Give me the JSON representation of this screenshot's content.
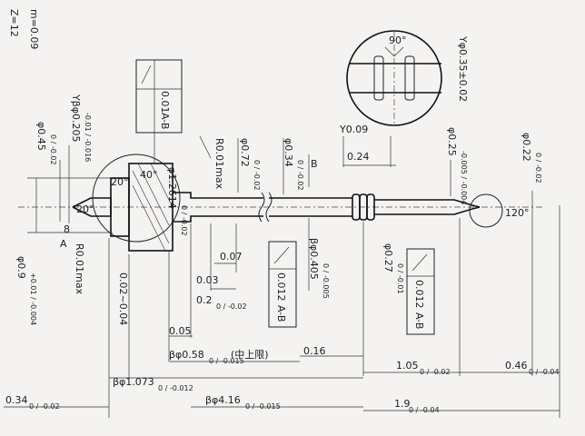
{
  "gear": {
    "teeth": "Z=12",
    "module": "m=0.09"
  },
  "labels": {
    "top_dia": "Yβφ0.205",
    "top_dia_tol": "-0.01 / -0.016",
    "dia_045": "φ0.45",
    "dia_045_tol": "0 / -0.02",
    "frame1_tol": "0.01",
    "frame1_ref": "A-B",
    "r001_top": "R0.01max",
    "dia_072": "φ0.72",
    "dia_072_tol": "0 / -0.02",
    "dia_034": "φ0.34",
    "dia_034_tol": "0 / -0.02",
    "y009": "Y0.09",
    "len_024": "0.24",
    "y035": "Yφ0.35±0.02",
    "angle_90": "90°",
    "dia_025": "φ0.25",
    "dia_025_tol": "-0.005 / -0.004",
    "dia_022": "φ0.22",
    "dia_022_tol": "0 / -0.02",
    "dia_12614": "φ1.2614",
    "dia_12614_tol": "0 / -0.02",
    "angle_20": "20°",
    "angle_20b": "20°",
    "angle_40": "40°",
    "dia_09": "φ0.9",
    "dia_09_tol": "+0.01 / -0.004",
    "r001_low": "R0.01max",
    "dim_007": "0.07",
    "dim_002": "0.02~0.04",
    "dim_003": "0.03",
    "dim_02": "0.2",
    "dim_02_tol": "0 / -0.02",
    "frame2_tol": "0.012",
    "frame2_ref": "A-B",
    "dia_0405": "βφ0.405",
    "dia_0405_tol": "0 / -0.005",
    "dia_027": "φ0.27",
    "dia_027_tol": "0 / -0.01",
    "frame3_tol": "0.012",
    "frame3_ref": "A-B",
    "dim_005": "0.05",
    "dia_058": "βφ0.58",
    "dia_058_tol": "0 / -0.015",
    "dia_058_note": "(中上限)",
    "dim_016": "0.16",
    "dim_105": "1.05",
    "dim_105_tol": "0 / -0.02",
    "dim_046": "0.46",
    "dim_046_tol": "0 / -0.04",
    "dia_1073": "βφ1.073",
    "dia_1073_tol": "0 / -0.012",
    "dia_416": "βφ4.16",
    "dia_416_tol": "0 / -0.015",
    "dim_034_bottom": "0.34",
    "dim_034_bottom_tol": "0 / -0.02",
    "dim_19": "1.9",
    "dim_19_tol": "0 / -0.04",
    "datum_a": "A",
    "datum_b": "B",
    "angle_120": "120°",
    "angle_8": "8"
  }
}
